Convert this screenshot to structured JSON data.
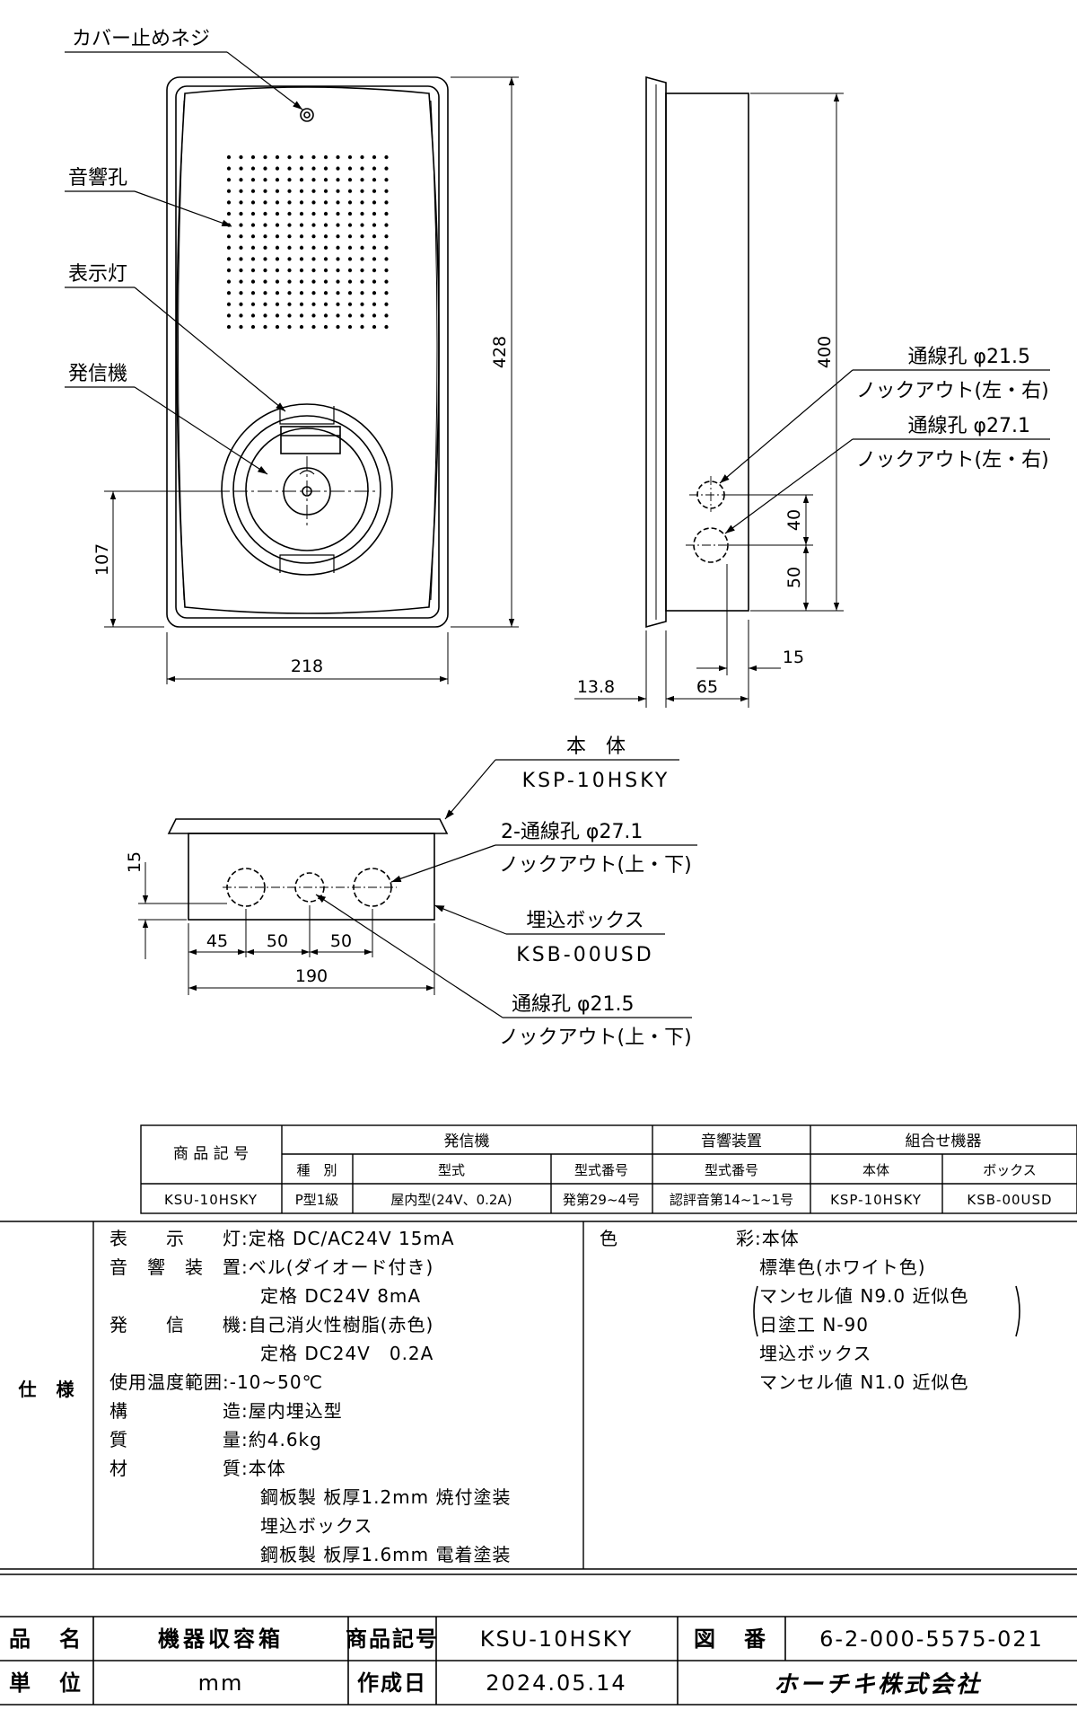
{
  "front_view": {
    "labels": {
      "cover_screw": "カバー止めネジ",
      "sound_holes": "音響孔",
      "indicator_lamp": "表示灯",
      "transmitter": "発信機"
    },
    "dims": {
      "height": "428",
      "width": "218",
      "lower": "107"
    }
  },
  "side_view": {
    "dims": {
      "body_height": "400",
      "pitch": "40",
      "bottom": "50",
      "offset": "15",
      "flange": "13.8",
      "depth": "65"
    },
    "hole1": {
      "title": "通線孔 φ21.5",
      "note": "ノックアウト(左・右)"
    },
    "hole2": {
      "title": "通線孔 φ27.1",
      "note": "ノックアウト(左・右)"
    }
  },
  "bottom_view": {
    "body": {
      "title": "本　体",
      "model": "KSP-10HSKY"
    },
    "holes_a": {
      "title": "2-通線孔 φ27.1",
      "note": "ノックアウト(上・下)"
    },
    "box": {
      "title": "埋込ボックス",
      "model": "KSB-00USD"
    },
    "holes_b": {
      "title": "通線孔 φ21.5",
      "note": "ノックアウト(上・下)"
    },
    "dims": {
      "depth": "15",
      "d1": "45",
      "d2": "50",
      "d3": "50",
      "total": "190"
    }
  },
  "product_table": {
    "col_code": "商 品 記 号",
    "group_transmitter": "発信機",
    "group_sound": "音響装置",
    "group_combo": "組合せ機器",
    "h_type": "種　別",
    "h_form": "型式",
    "h_form_no": "型式番号",
    "h_sound_no": "型式番号",
    "h_body": "本体",
    "h_box": "ボックス",
    "v_code": "KSU-10HSKY",
    "v_type": "P型1級",
    "v_form": "屋内型(24V、0.2A)",
    "v_form_no": "発第29~4号",
    "v_sound_no": "認評音第14~1~1号",
    "v_body": "KSP-10HSKY",
    "v_box": "KSB-00USD"
  },
  "specs": {
    "heading": "仕　様",
    "left": [
      "表　　示　　灯:定格 DC/AC24V 15mA",
      "音　響　装　置:ベル(ダイオード付き)",
      "　　　　　　　　定格 DC24V 8mA",
      "発　　信　　機:自己消火性樹脂(赤色)",
      "　　　　　　　　定格 DC24V　0.2A",
      "使用温度範囲:-10~50℃",
      "構　　　　　造:屋内埋込型",
      "質　　　　　量:約4.6kg",
      "材　　　　　質:本体",
      "　　　　　　　　鋼板製 板厚1.2mm 焼付塗装",
      "　　　　　　　　埋込ボックス",
      "　　　　　　　　鋼板製 板厚1.6mm 電着塗装"
    ],
    "right_color_label": "色",
    "right_color_value": "彩:本体",
    "right": [
      "標準色(ホワイト色)",
      "マンセル値 N9.0 近似色",
      "日塗工 N-90",
      "埋込ボックス",
      "マンセル値 N1.0 近似色"
    ]
  },
  "title_block": {
    "name_label": "品　名",
    "name_value": "機器収容箱",
    "code_label": "商品記号",
    "code_value": "KSU-10HSKY",
    "drawing_label": "図　番",
    "drawing_value": "6-2-000-5575-021",
    "unit_label": "単　位",
    "unit_value": "mm",
    "date_label": "作成日",
    "date_value": "2024.05.14",
    "company": "ホーチキ株式会社"
  }
}
